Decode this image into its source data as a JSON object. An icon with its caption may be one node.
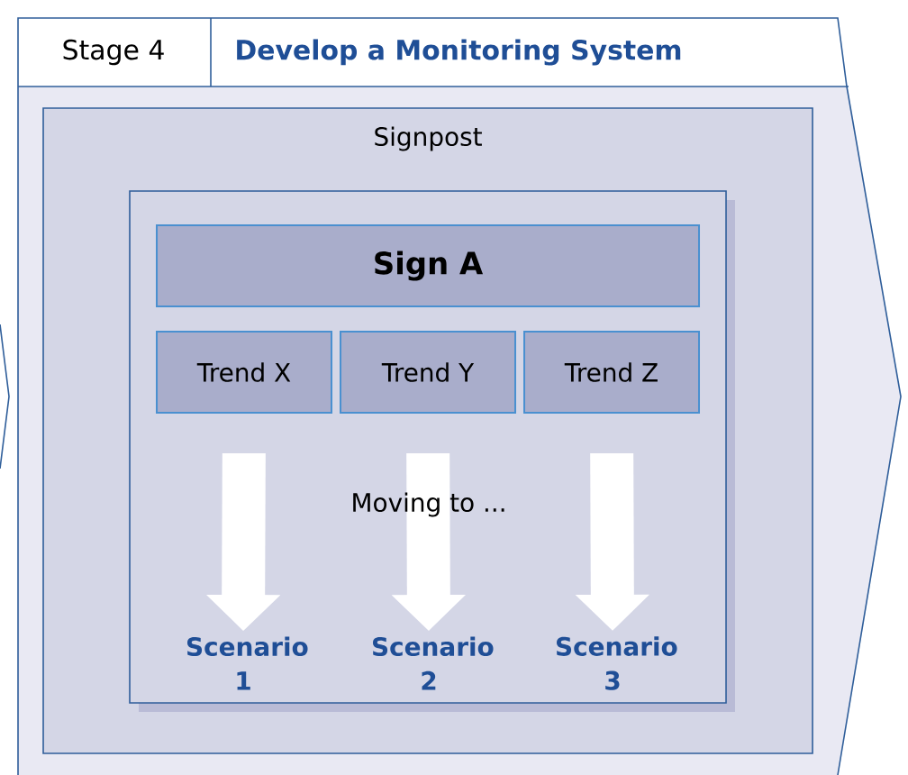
{
  "diagram": {
    "nodes": [
      {
        "text": [
          "Stage 4",
          "Develop a Monitoring System"
        ]
      },
      {
        "text": [
          "Signpost"
        ],
        "in": 0
      },
      {
        "text": [],
        "shape": "box",
        "in": 1
      },
      {
        "text": [
          "Sign A"
        ],
        "in": 2
      },
      {
        "text": [
          "Trend X"
        ],
        "in": 2
      },
      {
        "text": [
          "Trend Y"
        ],
        "in": 2
      },
      {
        "text": [
          "Trend Z"
        ],
        "in": 2
      },
      {
        "text": [
          "Scenario 1"
        ],
        "in": 2
      },
      {
        "text": [
          "Scenario 2"
        ],
        "in": 2
      },
      {
        "text": [
          "Scenario 3"
        ],
        "in": 2
      }
    ],
    "edges": [
      {
        "from": 4,
        "to": 7,
        "arrow": "to"
      },
      {
        "from": 5,
        "to": 8,
        "arrow": "to"
      },
      {
        "from": 6,
        "to": 9,
        "arrow": "to"
      }
    ],
    "labels": [
      "Moving to ..."
    ]
  }
}
